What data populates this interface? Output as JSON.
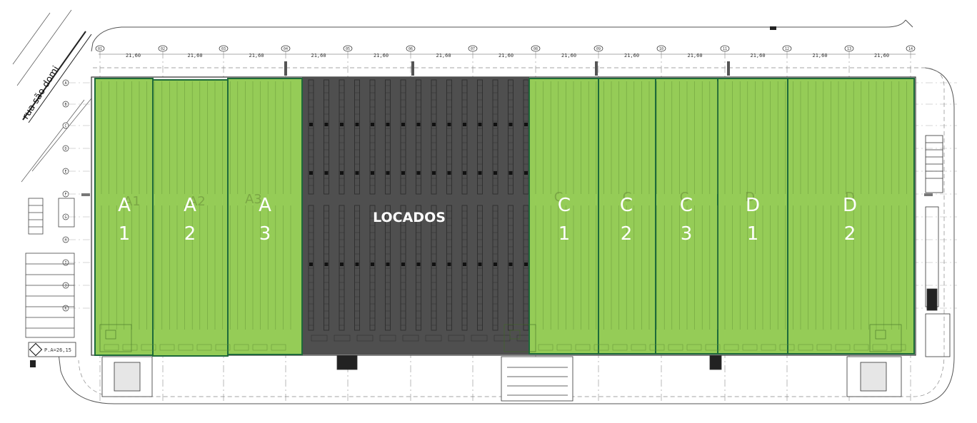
{
  "street_label": "rua são domi",
  "occupied": {
    "label": "LOCADOS",
    "color": "#4f4f4f"
  },
  "colors": {
    "available": "#95cc57",
    "border": "#1e6a3a",
    "linework": "#555555"
  },
  "modules": [
    {
      "id": "A1",
      "line1": "A",
      "line2": "1",
      "ghost": "A1"
    },
    {
      "id": "A2",
      "line1": "A",
      "line2": "2",
      "ghost": "A2"
    },
    {
      "id": "A3",
      "line1": "A",
      "line2": "3",
      "ghost": "A3"
    },
    {
      "id": "C1",
      "line1": "C",
      "line2": "1",
      "ghost": "C"
    },
    {
      "id": "C2",
      "line1": "C",
      "line2": "2",
      "ghost": "C"
    },
    {
      "id": "C3",
      "line1": "C",
      "line2": "3",
      "ghost": "C"
    },
    {
      "id": "D1",
      "line1": "D",
      "line2": "1",
      "ghost": "D"
    },
    {
      "id": "D2",
      "line1": "D",
      "line2": "2",
      "ghost": "D"
    }
  ],
  "column_grid": [
    "01",
    "02",
    "03",
    "04",
    "05",
    "06",
    "07",
    "08",
    "09",
    "10",
    "11",
    "12",
    "13",
    "14"
  ],
  "row_grid": [
    "A",
    "B",
    "C",
    "D",
    "E",
    "F",
    "G",
    "H",
    "I",
    "J",
    "K"
  ],
  "span_dims": [
    "21,60",
    "21,60",
    "21,60",
    "21,60",
    "21,60",
    "21,60",
    "21,60",
    "21,60",
    "21,60",
    "21,60",
    "21,60",
    "21,60",
    "21,60"
  ],
  "level_marker": "P.A=26,15"
}
